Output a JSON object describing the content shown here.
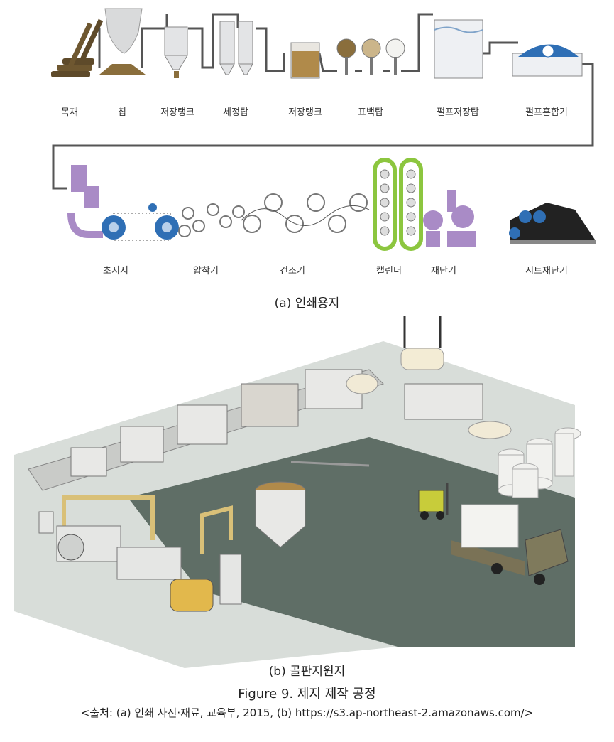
{
  "panel_a": {
    "caption": "(a) 인쇄용지",
    "row1": [
      "목재",
      "칩",
      "저장탱크",
      "세정탑",
      "저장탱크",
      "표백탑",
      "펄프저장탑",
      "펄프혼합기"
    ],
    "row2": [
      "초지지",
      "압착기",
      "건조기",
      "캘린더",
      "재단기",
      "시트재단기"
    ]
  },
  "panel_b": {
    "caption": "(b) 골판지원지"
  },
  "figure": {
    "title": "Figure 9. 제지 제작 공정",
    "source": "<출처: (a) 인쇄 사진·재료, 교육부, 2015, (b) https://s3.ap-northeast-2.amazonaws.com/>"
  },
  "colors": {
    "pipe": "#555555",
    "purple": "#a98bc6",
    "blue": "#2f6fb5",
    "green": "#8cc63f",
    "pulp": "#b08a4a",
    "floor": "#5f6e66",
    "platform": "#d8ddd9"
  }
}
